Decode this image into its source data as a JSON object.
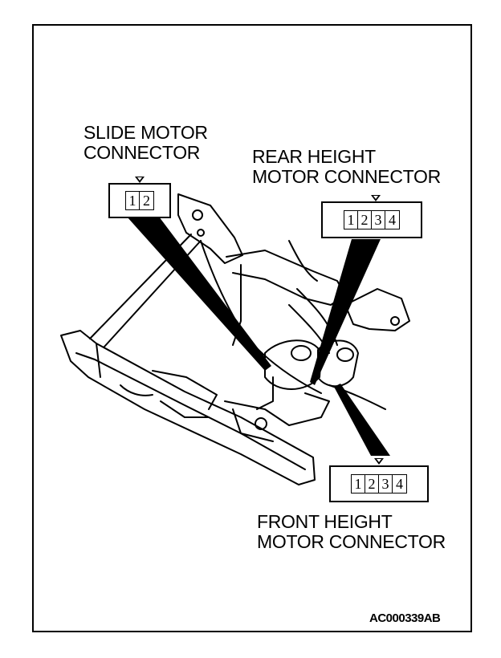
{
  "labels": {
    "slide": [
      "SLIDE MOTOR",
      "CONNECTOR"
    ],
    "rear": [
      "REAR HEIGHT",
      "MOTOR CONNECTOR"
    ],
    "front": [
      "FRONT HEIGHT",
      "MOTOR CONNECTOR"
    ]
  },
  "connectors": {
    "slide": {
      "pins": [
        "1",
        "2"
      ]
    },
    "rear": {
      "pins": [
        "1",
        "2",
        "3",
        "4"
      ]
    },
    "front": {
      "pins": [
        "1",
        "2",
        "3",
        "4"
      ]
    }
  },
  "figure_code": "AC000339AB"
}
